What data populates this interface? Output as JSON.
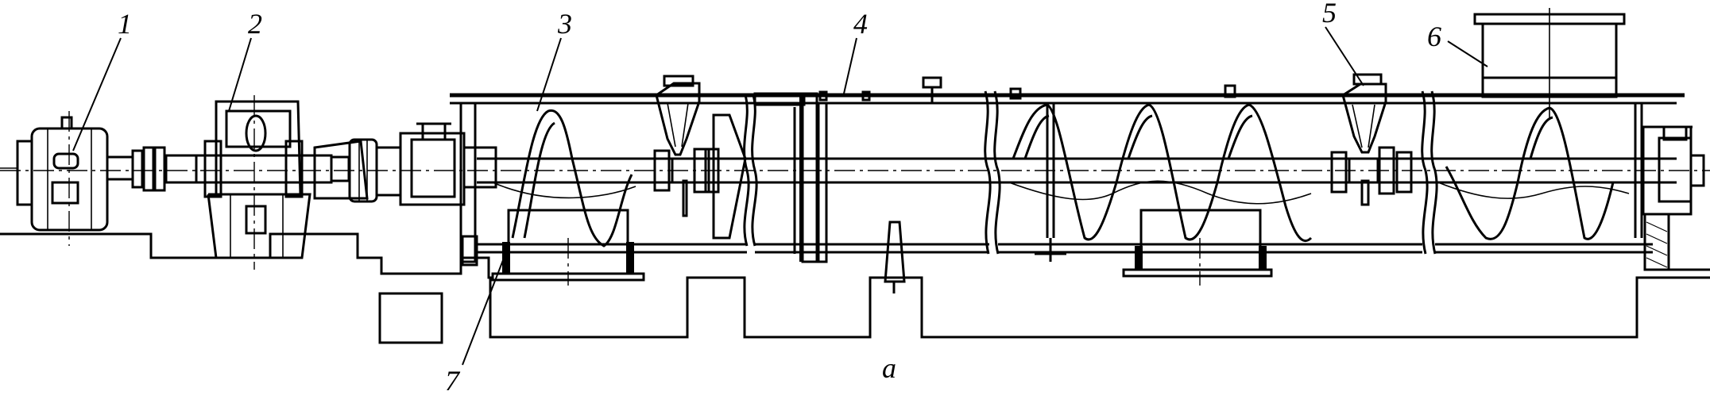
{
  "callouts": [
    {
      "id": "1",
      "text": "1"
    },
    {
      "id": "2",
      "text": "2"
    },
    {
      "id": "3",
      "text": "3"
    },
    {
      "id": "4",
      "text": "4"
    },
    {
      "id": "5",
      "text": "5"
    },
    {
      "id": "6",
      "text": "6"
    },
    {
      "id": "7",
      "text": "7"
    }
  ],
  "caption": "a"
}
